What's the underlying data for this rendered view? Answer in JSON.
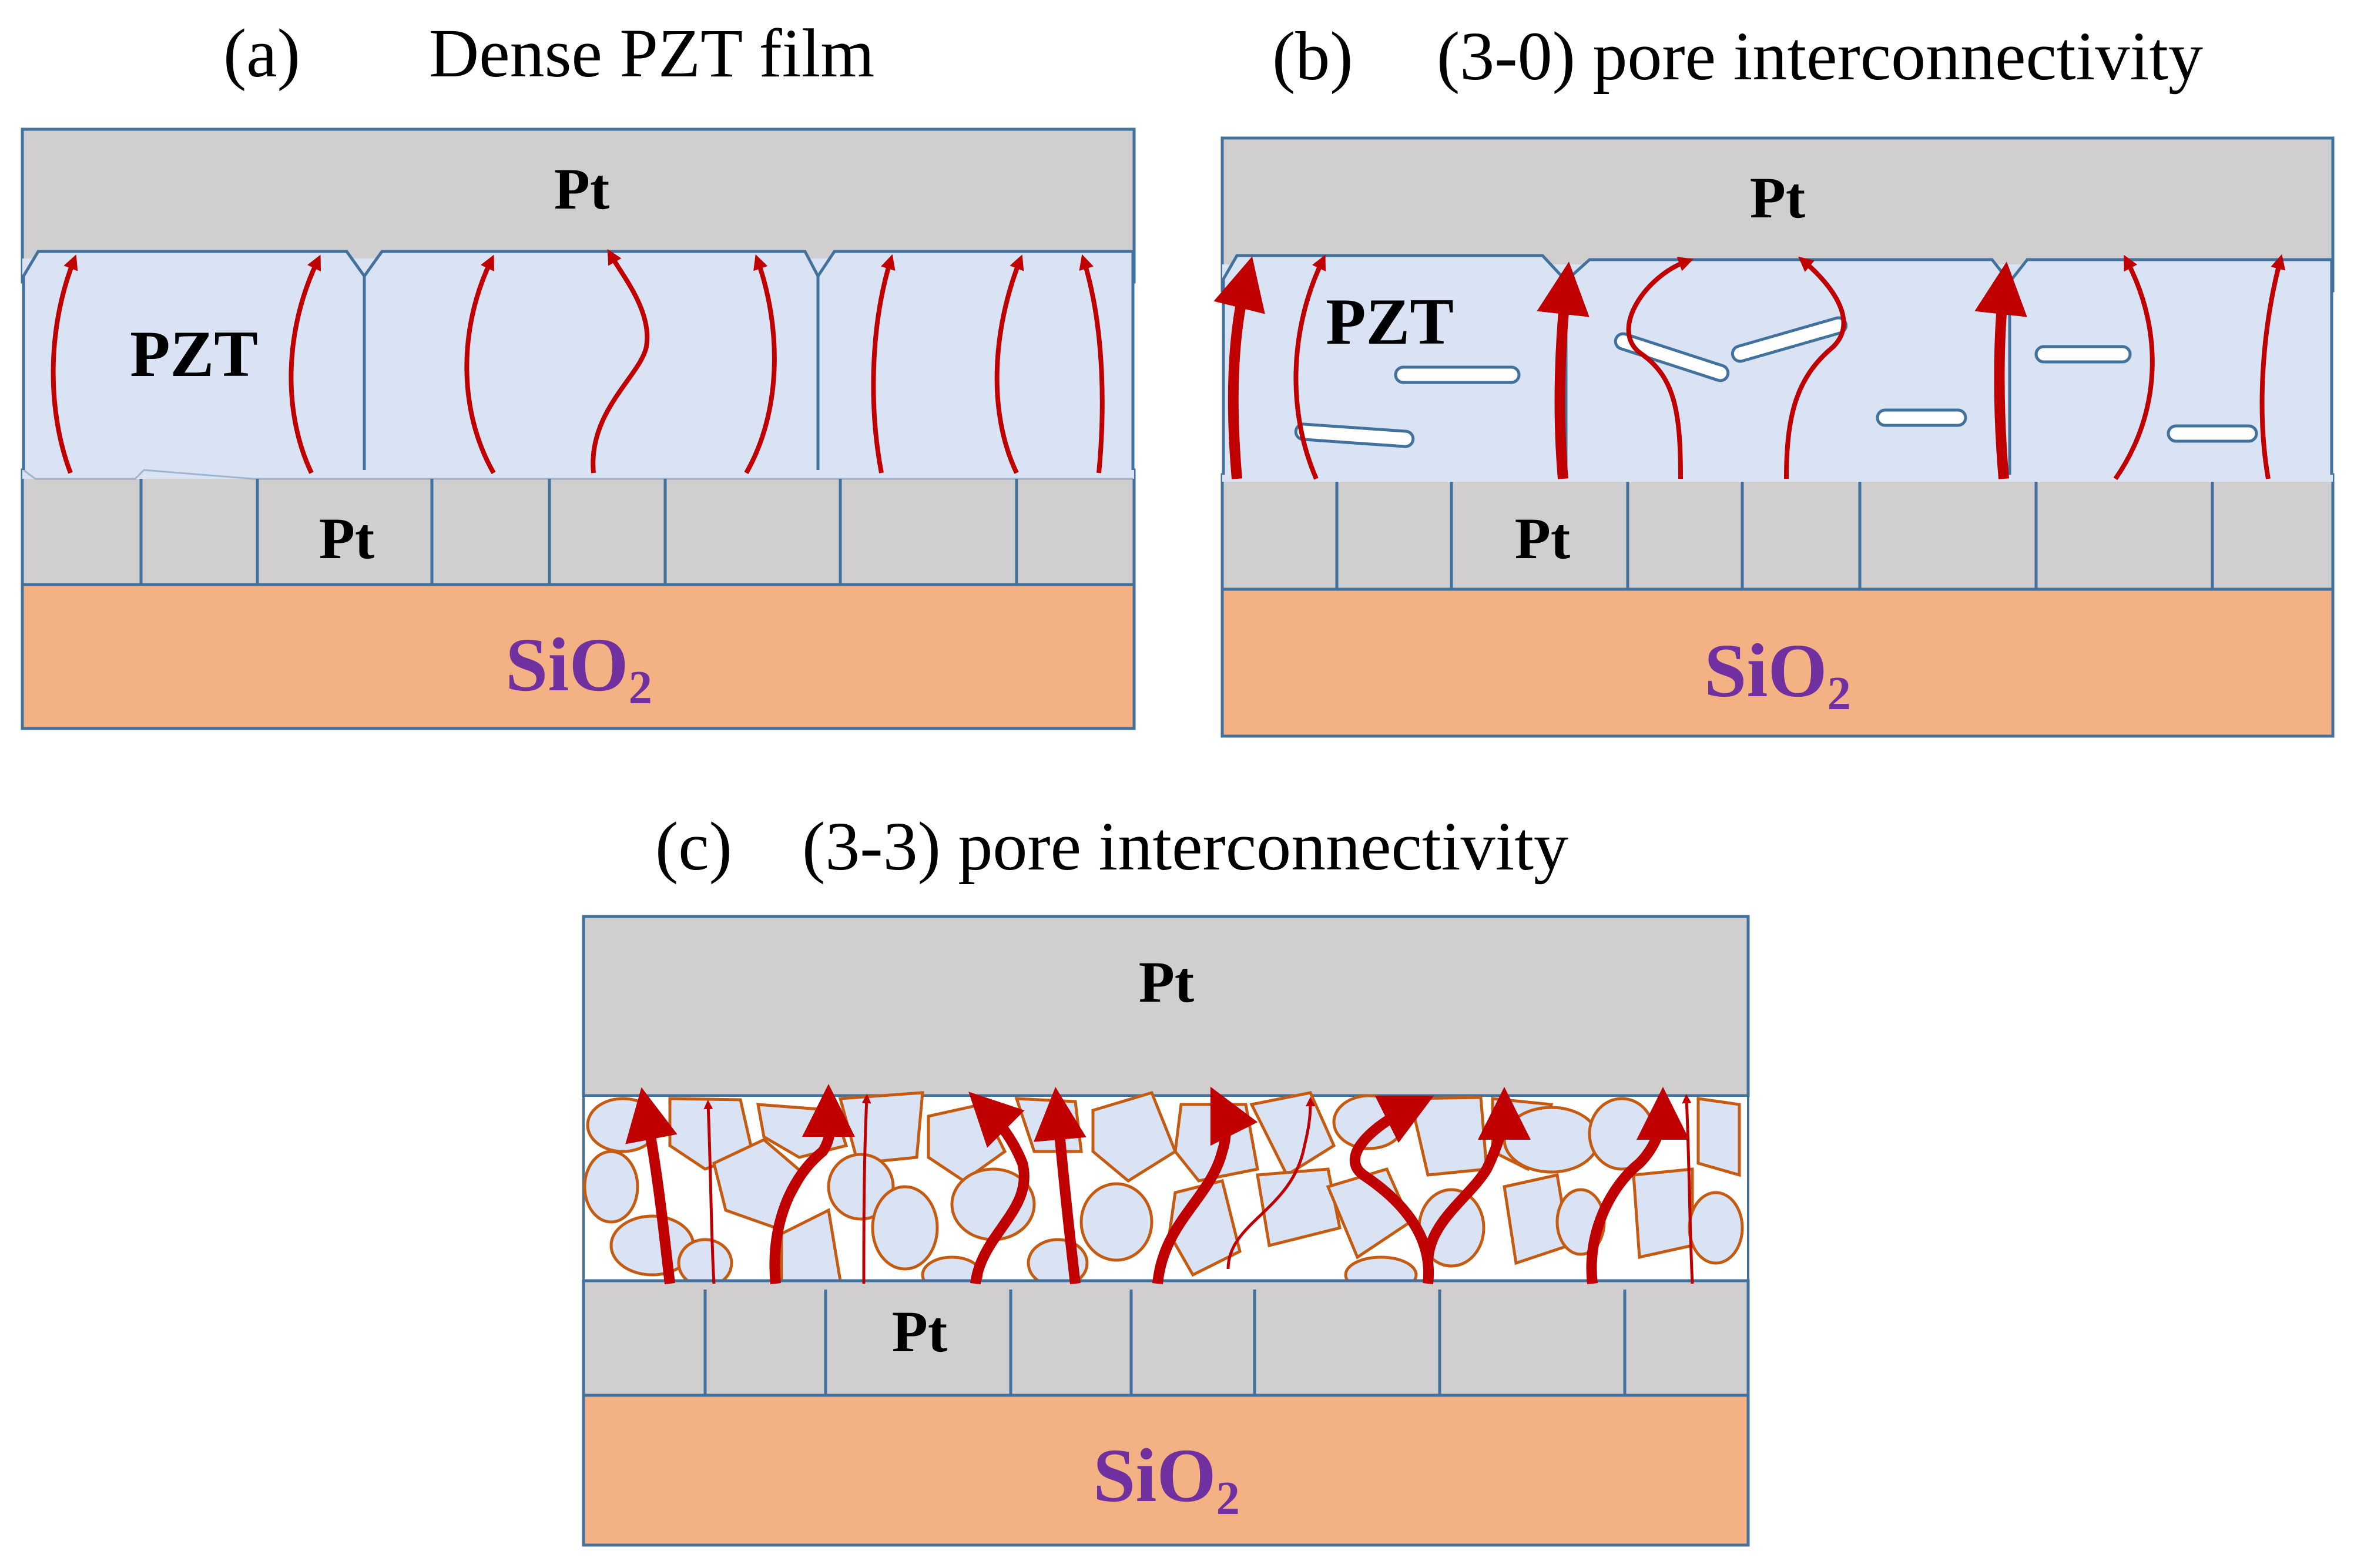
{
  "panels": [
    {
      "id": "a",
      "caption_letter": "(a)",
      "caption_text": "Dense PZT film",
      "top_electrode": "Pt",
      "film_label": "PZT",
      "bottom_electrode": "Pt",
      "substrate": "SiO",
      "substrate_sub": "2"
    },
    {
      "id": "b",
      "caption_letter": "(b)",
      "caption_text": "(3-0) pore interconnectivity",
      "top_electrode": "Pt",
      "film_label": "PZT",
      "bottom_electrode": "Pt",
      "substrate": "SiO",
      "substrate_sub": "2"
    },
    {
      "id": "c",
      "caption_letter": "(c)",
      "caption_text": "(3-3) pore interconnectivity",
      "top_electrode": "Pt",
      "bottom_electrode": "Pt",
      "substrate": "SiO",
      "substrate_sub": "2"
    }
  ],
  "colors": {
    "pt": "#d0cecf",
    "pt_edge": "#41719c",
    "pzt": "#dae3f3",
    "sio2": "#f4b183",
    "arrow": "#c00000",
    "grain_edge": "#c55a11",
    "label_purple": "#7030a0"
  }
}
